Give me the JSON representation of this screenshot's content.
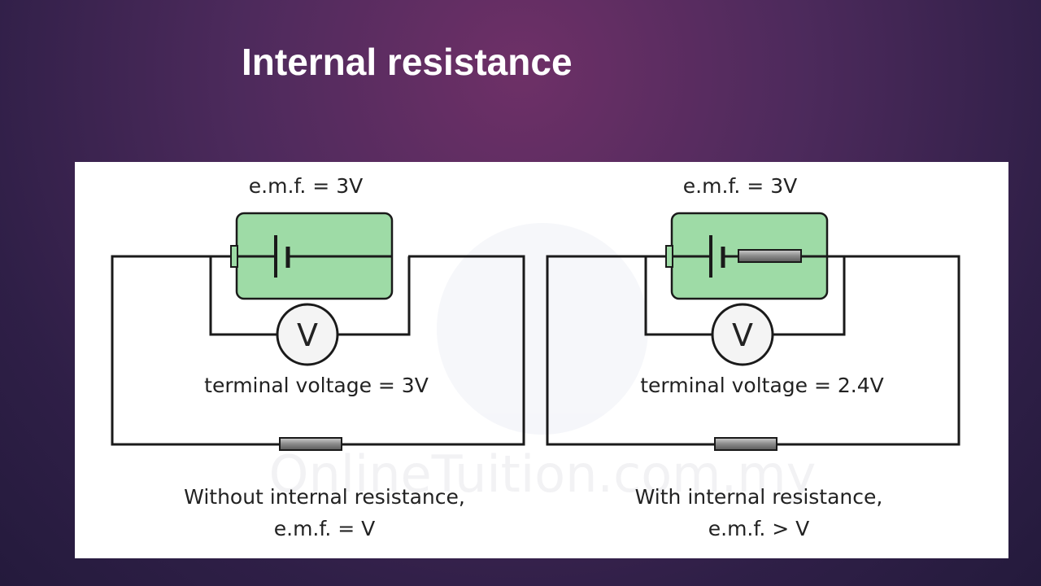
{
  "slide": {
    "title": "Internal resistance"
  },
  "watermark": {
    "text": "OnlineTuition.com.my"
  },
  "colors": {
    "background": "#4d2a5c",
    "battery_fill": "#9edba6",
    "wire": "#1a1a1a",
    "resistor": "#888888"
  },
  "circuits": [
    {
      "emf_label": "e.m.f. = 3V",
      "voltmeter_symbol": "V",
      "terminal_label": "terminal voltage = 3V",
      "caption_line1": "Without internal resistance,",
      "caption_line2": "e.m.f. = V"
    },
    {
      "emf_label": "e.m.f. = 3V",
      "voltmeter_symbol": "V",
      "terminal_label": "terminal voltage = 2.4V",
      "caption_line1": "With internal resistance,",
      "caption_line2": "e.m.f. > V"
    }
  ]
}
